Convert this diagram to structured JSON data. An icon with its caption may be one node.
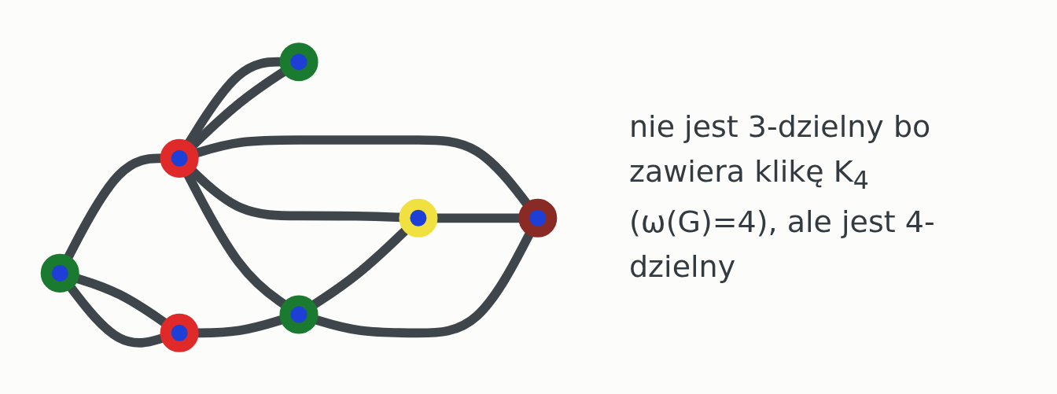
{
  "diagram": {
    "nodes": [
      {
        "text": [],
        "shape": "circle"
      },
      {
        "text": [],
        "shape": "circle"
      },
      {
        "text": [],
        "shape": "circle"
      },
      {
        "text": [],
        "shape": "circle"
      },
      {
        "text": [],
        "shape": "circle"
      },
      {
        "text": [],
        "shape": "circle"
      },
      {
        "text": [],
        "shape": "circle"
      }
    ],
    "edges": [
      {
        "from": 0,
        "to": 1,
        "arrow": "none"
      },
      {
        "from": 0,
        "to": 4,
        "arrow": "none"
      },
      {
        "from": 0,
        "to": 4,
        "arrow": "none"
      },
      {
        "from": 1,
        "to": 2,
        "arrow": "none"
      },
      {
        "from": 1,
        "to": 2,
        "arrow": "none"
      },
      {
        "from": 1,
        "to": 5,
        "arrow": "none"
      },
      {
        "from": 1,
        "to": 6,
        "arrow": "none"
      },
      {
        "from": 1,
        "to": 3,
        "arrow": "none"
      },
      {
        "from": 4,
        "to": 5,
        "arrow": "none"
      },
      {
        "from": 5,
        "to": 6,
        "arrow": "none"
      },
      {
        "from": 6,
        "to": 3,
        "arrow": "none"
      },
      {
        "from": 5,
        "to": 3,
        "arrow": "none"
      }
    ],
    "labels": [
      "nie jest 3-dzielny bo zawiera klikę K$_{4}$ (ω(G)=4), ale jest 4-dzielny"
    ]
  }
}
